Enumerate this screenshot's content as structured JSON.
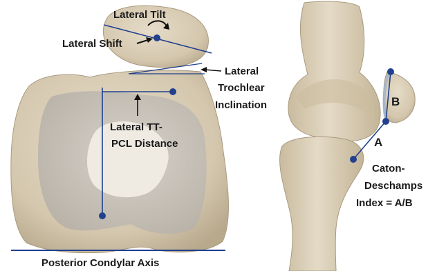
{
  "labels": {
    "lateral_tilt": "Lateral Tilt",
    "lateral_shift": "Lateral Shift",
    "trochlear_1": "Lateral",
    "trochlear_2": "Trochlear",
    "trochlear_3": "Inclination",
    "tt_pcl_1": "Lateral TT-",
    "tt_pcl_2": "PCL Distance",
    "posterior_axis": "Posterior Condylar Axis",
    "a": "A",
    "b": "B",
    "cd_1": "Caton-",
    "cd_2": "Deschamps",
    "cd_3": "Index = A/B"
  },
  "colors": {
    "bone": "#d9cdb6",
    "bone_shadow": "#b9ab92",
    "inner_bone": "#c8c3bb",
    "notch": "#eeeae2",
    "line_blue": "#1f3f8f",
    "marker": "#23408e"
  }
}
